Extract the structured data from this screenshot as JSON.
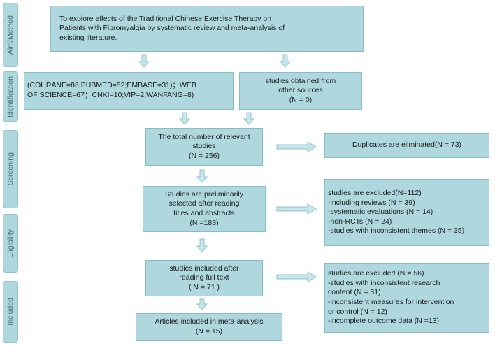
{
  "sections": {
    "aim": "Aim/Method",
    "identification": "Identification",
    "screening": "Screening",
    "eligibility": "Eligibility",
    "included": "Included"
  },
  "boxes": {
    "aim": [
      "To explore effects of the Traditional Chinese Exercise Therapy  on",
      "Patients with Fibromyalgia by systematic review and meta-analysis of",
      "existing literature."
    ],
    "databases": [
      "(COHRANE=86;PUBMED=52;EMBASE=31)；WEB",
      "OF SCIENCE=67；CNKI=10;VIP=2;WANFANG=8)"
    ],
    "other_sources": [
      "studies obtained from",
      "other sources",
      "(N = 0)"
    ],
    "total": [
      "The total number of relevant",
      "studies",
      "(N = 256)"
    ],
    "duplicates": [
      "Duplicates are eliminated(N = 73)"
    ],
    "preliminary": [
      "Studies are preliminarily",
      "selected after reading",
      "titles and abstracts",
      "(N =183)"
    ],
    "excluded1": [
      "studies are excluded(N=112)",
      "-including reviews (N = 39)",
      "-systematic evaluations (N = 14)",
      "-non-RCTs (N = 24)",
      "-studies with inconsistent themes (N = 35)"
    ],
    "fulltext": [
      "studies included after",
      "reading full text",
      "( N = 71 )"
    ],
    "excluded2": [
      "studies are excluded (N = 56)",
      "-studies with inconsistent research",
      "content (N = 31)",
      "-inconsistent measures for intervention",
      "or control (N = 12)",
      "-incomplete outcome data (N =13)"
    ],
    "included": [
      "Articles included in meta-analysis",
      "(N = 15)"
    ]
  },
  "colors": {
    "box_fill": "#aed8de",
    "box_border": "#85bcc5",
    "arrow_fill": "#c5e6ea",
    "arrow_stroke": "#8fc3cb"
  }
}
